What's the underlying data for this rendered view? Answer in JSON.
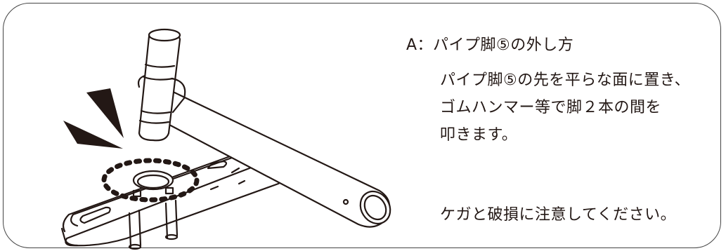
{
  "heading": "A：パイプ脚⑤の外し方",
  "instructions": [
    "パイプ脚⑤の先を平らな面に置き、",
    "ゴムハンマー等で脚２本の間を",
    "叩きます。"
  ],
  "warning": "ケガと破損に注意してください。",
  "illustration": {
    "icon": "rubber-hammer-striking-pipe-leg",
    "line_color": "#231815",
    "impact_color": "#231815"
  }
}
